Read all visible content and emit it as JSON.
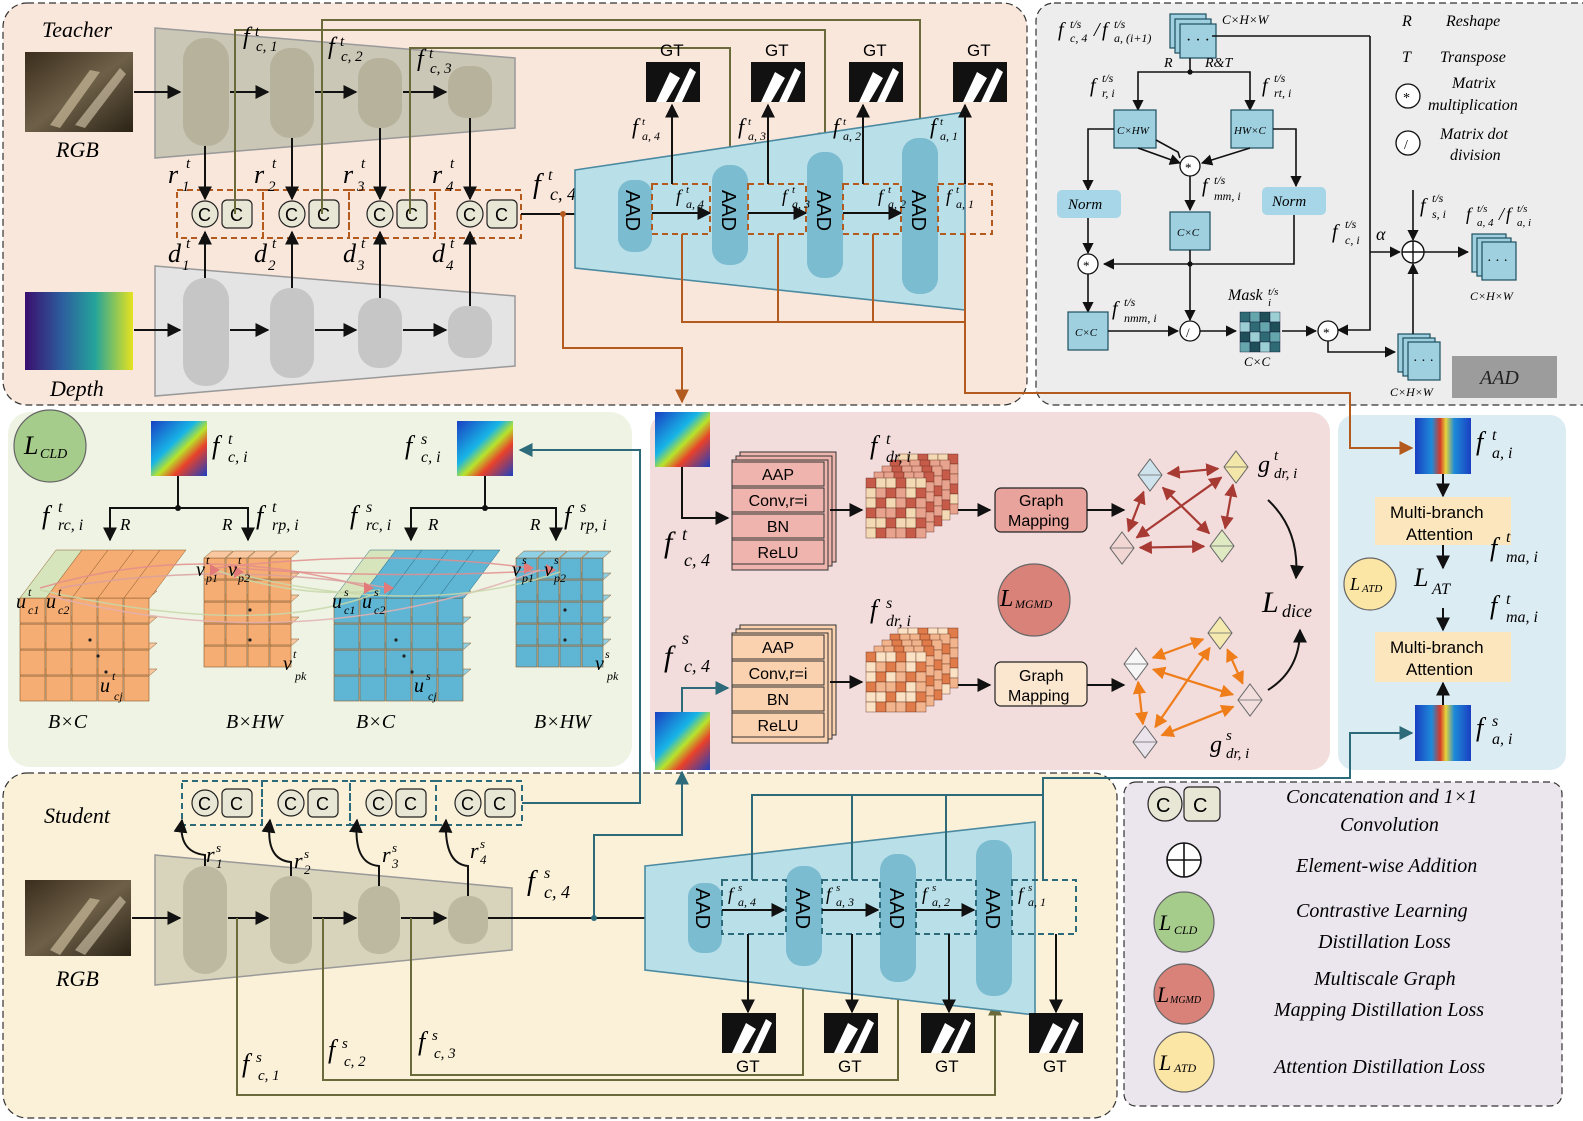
{
  "colors": {
    "teacher_bg": "#fae7dc",
    "aad_bg": "#ededed",
    "cld_bg": "#eef3e3",
    "mgmd_bg": "#f2dcdc",
    "atd_bg": "#dcecf3",
    "student_bg": "#fbf1d9",
    "legend_bg": "#ebe6ee",
    "brown": "#b35a1f",
    "olive": "#6b6a3a",
    "teal": "#2d6a7a",
    "blue_block": "#90c8da",
    "encoder_gray": "#c3c3b3"
  },
  "teacher": {
    "title": "Teacher",
    "rgb_label": "RGB",
    "depth_label": "Depth",
    "enc_feats": [
      "f",
      "f",
      "f"
    ],
    "enc_feat_subs": [
      "c, 1",
      "c, 2",
      "c, 3"
    ],
    "enc_feat_sup": "t",
    "r_labels": [
      "r",
      "r",
      "r",
      "r"
    ],
    "r_subs": [
      "1",
      "2",
      "3",
      "4"
    ],
    "d_labels": [
      "d",
      "d",
      "d",
      "d"
    ],
    "d_subs": [
      "1",
      "2",
      "3",
      "4"
    ],
    "fc4": "f",
    "fc4_sub": "c, 4",
    "gt": [
      "GT",
      "GT",
      "GT",
      "GT"
    ],
    "fa_labels": [
      "a, 4",
      "a, 3",
      "a, 2",
      "a, 1"
    ],
    "aad": "AAD"
  },
  "aad_panel": {
    "top_feat": "f",
    "top_feat_sub": "c, 4",
    "top_feat_sub2": "a, (i+1)",
    "top_sup": "t/s",
    "chw": "C×H×W",
    "r_legend": "R",
    "r_legend_text": "Reshape",
    "t_legend": "T",
    "t_legend_text": "Transpose",
    "mm_legend_1": "Matrix",
    "mm_legend_2": "multiplication",
    "md_legend_1": "Matrix dot",
    "md_legend_2": "division",
    "r_and_t": "R&T",
    "r": "R",
    "fr": "r, i",
    "frt": "rt, i",
    "cxhw": "C×HW",
    "hwxc": "HW×C",
    "norm": "Norm",
    "fmm": "mm, i",
    "cxc": "C×C",
    "fnmm": "nmm, i",
    "mask": "Mask",
    "mask_sub": "i",
    "fci": "c, i",
    "alpha": "α",
    "fsi": "s, i",
    "out_label_a4": "a, 4",
    "out_label_ai": "a, i",
    "out_chw": "C×H×W",
    "bottom_chw": "C×H×W",
    "panel_tag": "AAD"
  },
  "cld": {
    "loss_symbol": "L",
    "loss_sub": "CLD",
    "fct": "c, i",
    "fcs": "c, i",
    "frc": "rc, i",
    "frp": "rp, i",
    "R": "R",
    "bxc": "B×C",
    "bxhw": "B×HW",
    "u1": "c1",
    "u2": "c2",
    "uj": "cj",
    "v1": "p1",
    "v2": "p2",
    "vk": "pk"
  },
  "mgmd": {
    "fc4": "c, 4",
    "ops": [
      "AAP",
      "Conv,r=i",
      "BN",
      "ReLU"
    ],
    "fdr": "dr, i",
    "graph_mapping_1": "Graph",
    "graph_mapping_2": "Mapping",
    "gdr": "dr, i",
    "loss_sub": "MGMD",
    "dice_sub": "dice"
  },
  "atd": {
    "fa_t": "a, i",
    "fa_s": "a, i",
    "mba_1": "Multi-branch",
    "mba_2": "Attention",
    "fma": "ma, i",
    "loss_sub": "ATD",
    "lat_sub": "AT"
  },
  "student": {
    "title": "Student",
    "rgb_label": "RGB",
    "r_subs": [
      "1",
      "2",
      "3",
      "4"
    ],
    "fc4_sub": "c, 4",
    "fa_labels": [
      "a, 4",
      "a, 3",
      "a, 2",
      "a, 1"
    ],
    "enc_feat_subs": [
      "c, 1",
      "c, 2",
      "c, 3"
    ],
    "gt": [
      "GT",
      "GT",
      "GT",
      "GT"
    ],
    "aad": "AAD"
  },
  "legend": {
    "concat_1": "Concatenation and 1×1",
    "concat_2": "Convolution",
    "add": "Element-wise Addition",
    "cld_1": "Contrastive Learning",
    "cld_2": "Distillation Loss",
    "mgmd_1": "Multiscale Graph",
    "mgmd_2": "Mapping Distillation Loss",
    "atd": "Attention Distillation Loss",
    "cld_sub": "CLD",
    "mgmd_sub": "MGMD",
    "atd_sub": "ATD"
  }
}
